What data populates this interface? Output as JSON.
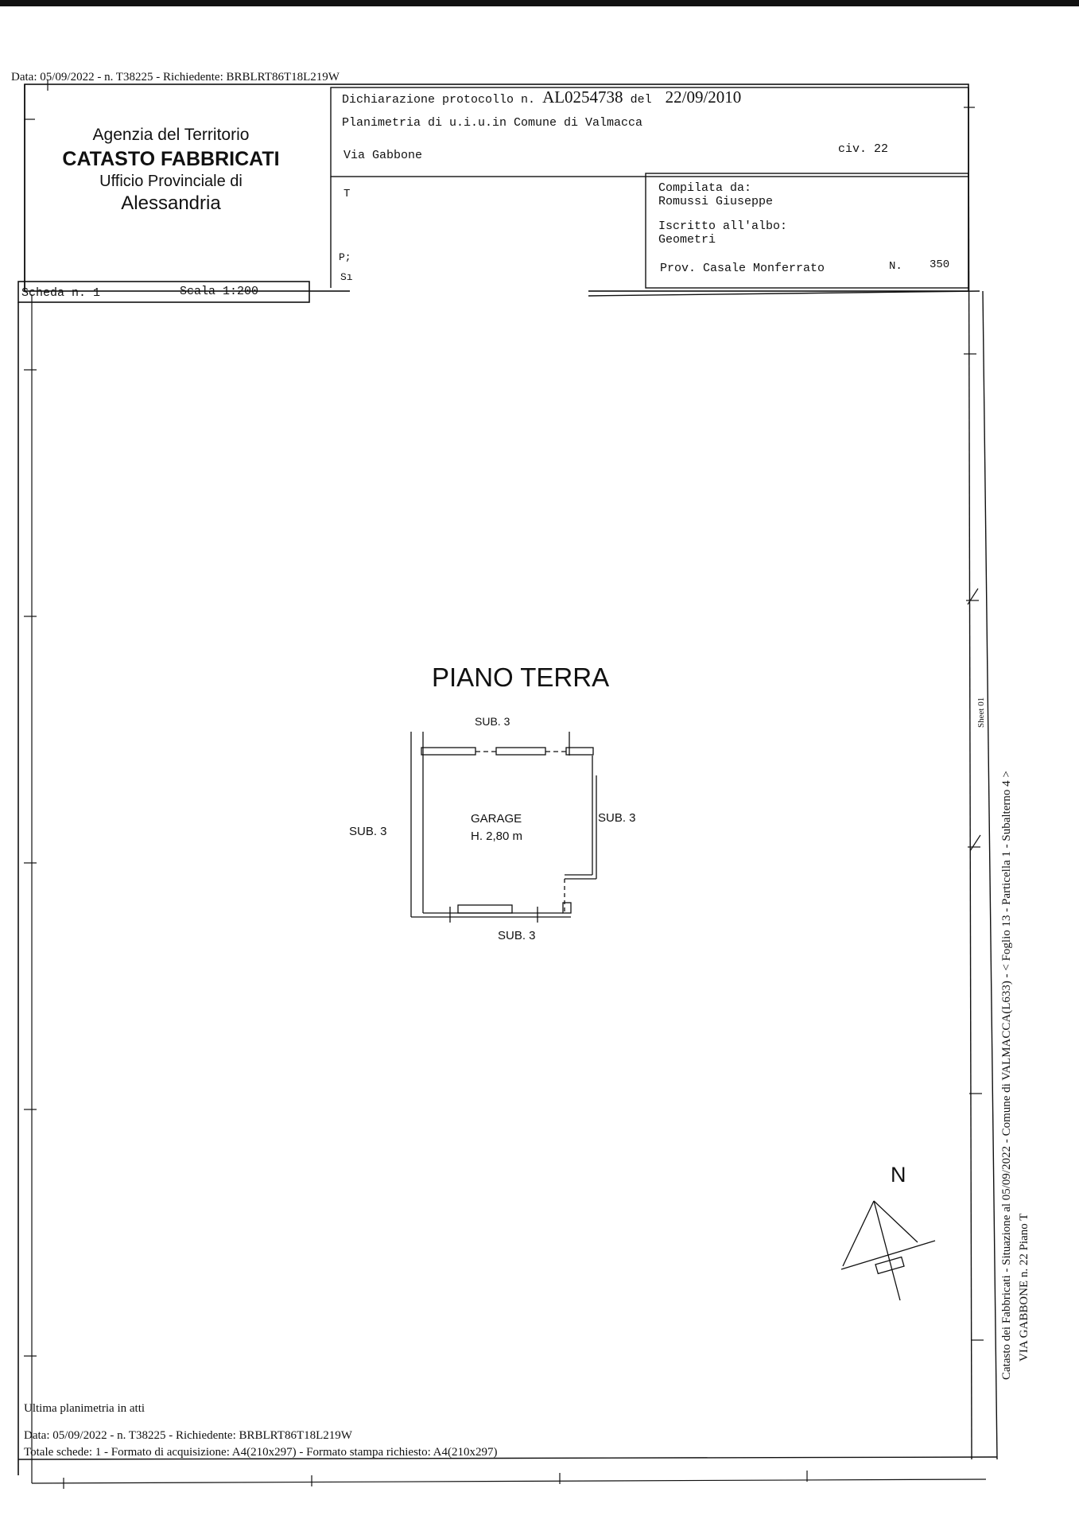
{
  "header_line": "Data: 05/09/2022 - n. T38225 - Richiedente: BRBLRT86T18L219W",
  "agency": {
    "line1": "Agenzia del Territorio",
    "line2": "CATASTO FABBRICATI",
    "line3": "Ufficio Provinciale di",
    "line4": "Alessandria"
  },
  "declaration": {
    "label": "Dichiarazione protocollo n.",
    "protocol": "AL0254738",
    "del_label": "del",
    "date": "22/09/2010"
  },
  "planimetria": "Planimetria di u.i.u.in Comune di Valmacca",
  "address": {
    "street": "Via Gabbone",
    "civic": "civ. 22"
  },
  "partial_labels": {
    "t": "T",
    "p": "P;",
    "s": "Sı"
  },
  "compiler": {
    "label": "Compilata da:",
    "name": "Romussi Giuseppe",
    "albo_label": "Iscritto all'albo:",
    "albo": "Geometri",
    "prov": "Prov. Casale Monferrato",
    "n_label": "N.",
    "n_value": "350"
  },
  "scheda": {
    "number": "Scheda n. 1",
    "scale": "Scala 1:200"
  },
  "plan": {
    "title": "PIANO TERRA",
    "room": "GARAGE",
    "height": "H. 2,80 m",
    "label_top": "SUB. 3",
    "label_left": "SUB. 3",
    "label_right": "SUB. 3",
    "label_bottom": "SUB. 3",
    "north": "N"
  },
  "side_text": {
    "line1": "Catasto dei Fabbricati - Situazione al 05/09/2022 - Comune di VALMACCA(L633) - < Foglio 13 - Particella 1 - Subalterno 4 >",
    "line2": "VIA GABBONE n. 22 Piano T",
    "stamp": "Sheet 01"
  },
  "footer": {
    "last_plan": "Ultima planimetria in atti",
    "data_line": "Data: 05/09/2022 - n. T38225 - Richiedente: BRBLRT86T18L219W",
    "totals": "Totale schede: 1 - Formato di acquisizione: A4(210x297)  - Formato stampa richiesto: A4(210x297)"
  }
}
